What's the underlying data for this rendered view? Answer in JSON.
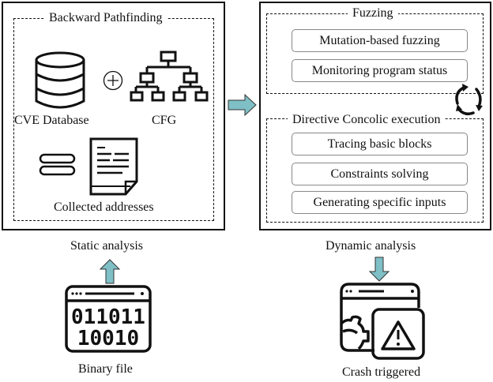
{
  "static_panel": {
    "section_title": "Backward Pathfinding",
    "cve_label": "CVE Database",
    "cfg_label": "CFG",
    "addresses_label": "Collected addresses",
    "caption": "Static analysis"
  },
  "dynamic_panel": {
    "fuzzing": {
      "title": "Fuzzing",
      "steps": [
        "Mutation-based fuzzing",
        "Monitoring program status"
      ]
    },
    "concolic": {
      "title": "Directive Concolic execution",
      "steps": [
        "Tracing basic blocks",
        "Constraints solving",
        "Generating specific inputs"
      ]
    },
    "caption": "Dynamic analysis"
  },
  "binary": {
    "caption": "Binary file",
    "bits_line1": "011011",
    "bits_line2": "10010"
  },
  "crash": {
    "caption": "Crash triggered"
  },
  "colors": {
    "arrow_fill": "#7fbfc6",
    "line": "#111111"
  }
}
